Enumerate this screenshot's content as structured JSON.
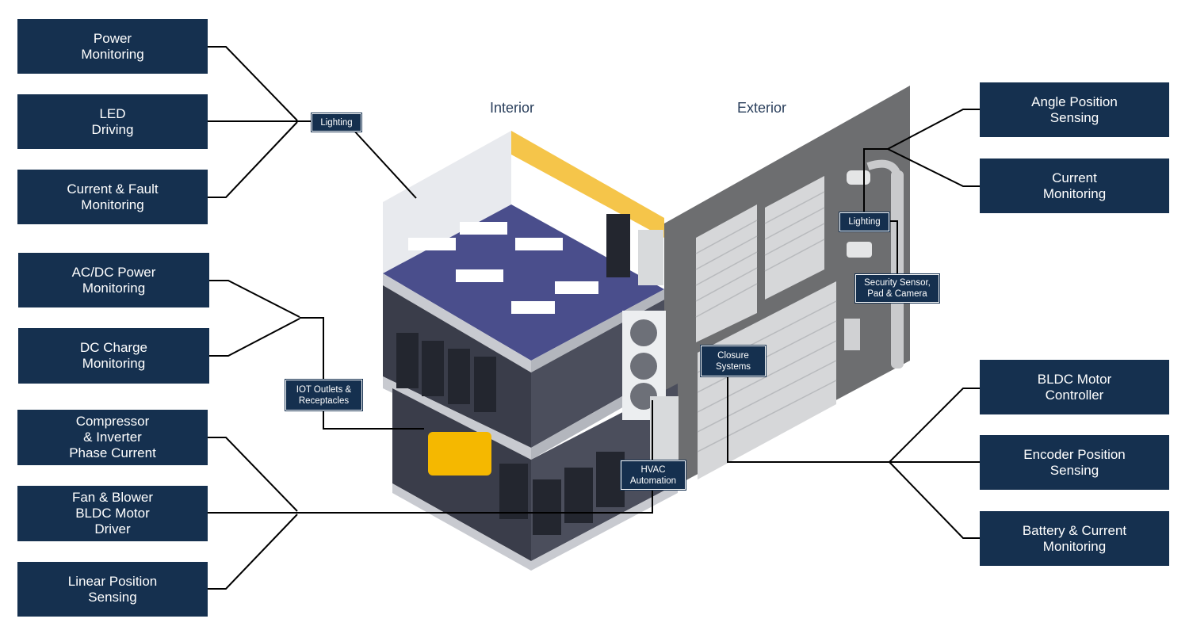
{
  "sections": {
    "interior": "Interior",
    "exterior": "Exterior"
  },
  "left_boxes": [
    "Power\nMonitoring",
    "LED\nDriving",
    "Current & Fault\nMonitoring",
    "AC/DC Power\nMonitoring",
    "DC Charge\nMonitoring",
    "Compressor\n& Inverter\nPhase Current",
    "Fan & Blower\nBLDC Motor\nDriver",
    "Linear Position\nSensing"
  ],
  "right_boxes": [
    "Angle Position\nSensing",
    "Current\nMonitoring",
    "BLDC Motor\nController",
    "Encoder Position\nSensing",
    "Battery & Current\nMonitoring"
  ],
  "tags": {
    "lighting_interior": "Lighting",
    "iot": "IOT Outlets &\nReceptacles",
    "hvac": "HVAC\nAutomation",
    "lighting_exterior": "Lighting",
    "security": "Security Sensor,\nPad & Camera",
    "closure": "Closure\nSystems"
  },
  "colors": {
    "box": "#15304f",
    "line": "#000000",
    "floor": "#4a4e8c",
    "wall_accent": "#f5c54a",
    "exterior_wall": "#6d6e70"
  }
}
